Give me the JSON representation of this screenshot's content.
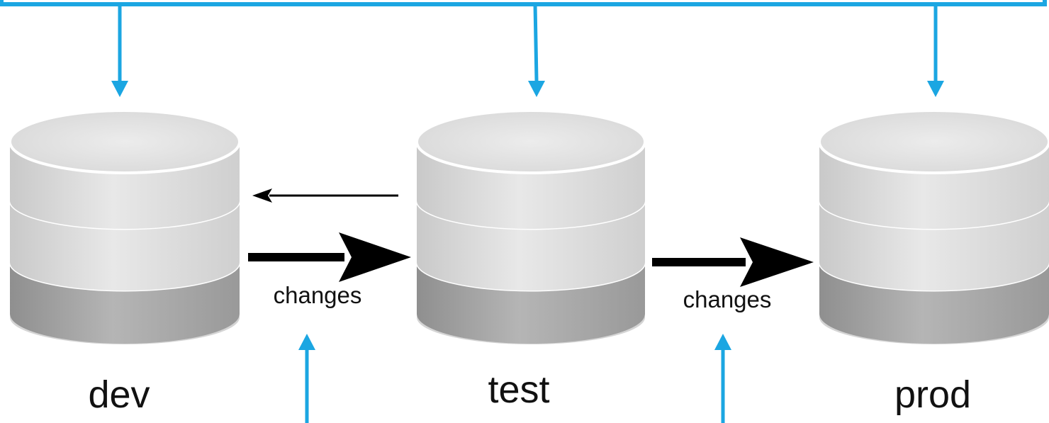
{
  "databases": [
    {
      "id": "dev",
      "label": "dev"
    },
    {
      "id": "test",
      "label": "test"
    },
    {
      "id": "prod",
      "label": "prod"
    }
  ],
  "flows": [
    {
      "from": "dev",
      "to": "test",
      "label": "changes"
    },
    {
      "from": "test",
      "to": "prod",
      "label": "changes"
    }
  ],
  "back_flows": [
    {
      "from": "test",
      "to": "dev",
      "label": ""
    }
  ],
  "colors": {
    "connector": "#1ba6e2",
    "arrow": "#000000",
    "db_top": "#e6e6e6",
    "db_body": "#d9d9d9",
    "db_base": "#a6a6a6",
    "text": "#111111"
  }
}
